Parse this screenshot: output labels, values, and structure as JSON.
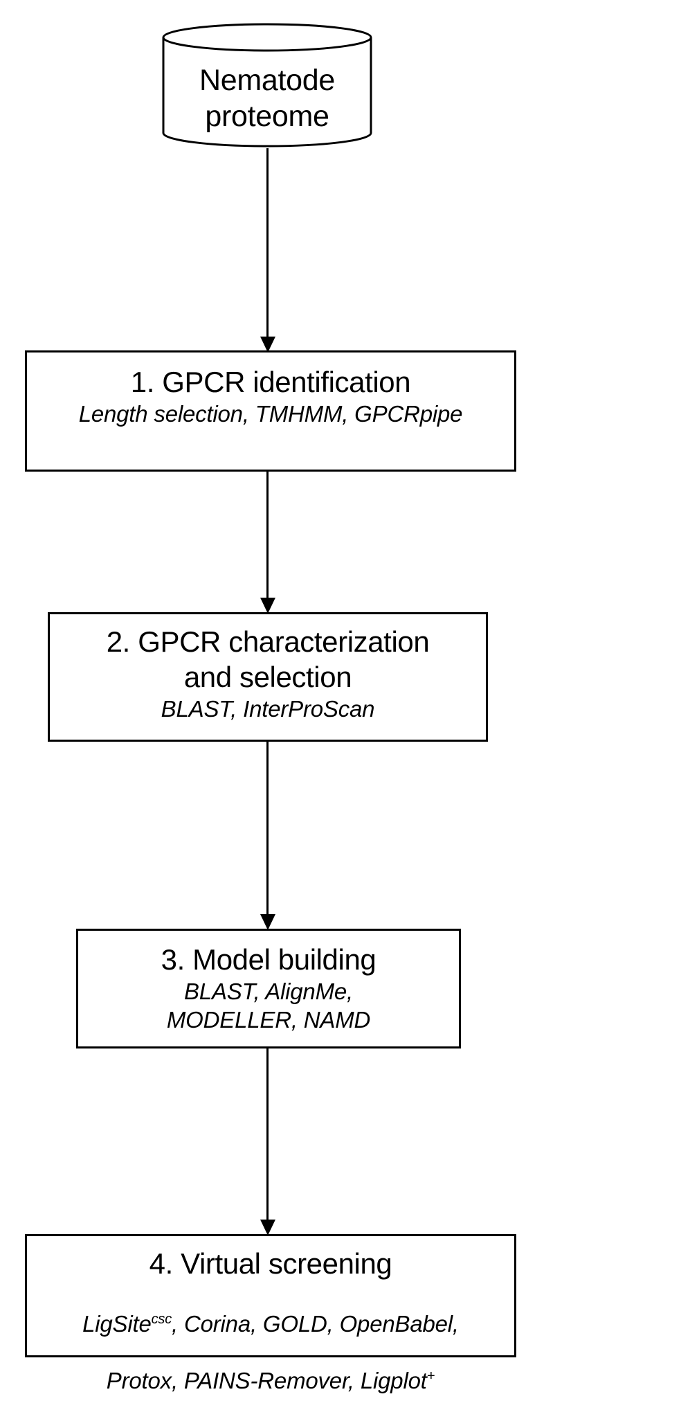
{
  "diagram": {
    "type": "flowchart",
    "orientation": "top-to-bottom",
    "source": {
      "shape": "cylinder",
      "label": "Nematode\nproteome"
    },
    "steps": [
      {
        "id": "step-1",
        "title": "1. GPCR identification",
        "tools": "Length selection,  TMHMM,  GPCRpipe"
      },
      {
        "id": "step-2",
        "title": "2. GPCR characterization\nand selection",
        "tools": "BLAST,  InterProScan"
      },
      {
        "id": "step-3",
        "title": "3. Model building",
        "tools": "BLAST, AlignMe,\nMODELLER, NAMD"
      },
      {
        "id": "step-4",
        "title": "4. Virtual screening",
        "tools_line_1_prefix": "LigSite",
        "tools_line_1_sup": "csc",
        "tools_line_1_suffix": ", Corina, GOLD, OpenBabel,",
        "tools_line_2_prefix": "Protox, PAINS-Remover, Ligplot",
        "tools_line_2_sup": "+"
      }
    ],
    "connectors": [
      {
        "id": "arrow-1",
        "from": "source",
        "to": "step-1",
        "style": "solid-arrow"
      },
      {
        "id": "arrow-2",
        "from": "step-1",
        "to": "step-2",
        "style": "solid-arrow"
      },
      {
        "id": "arrow-3",
        "from": "step-2",
        "to": "step-3",
        "style": "solid-arrow"
      },
      {
        "id": "arrow-4",
        "from": "step-3",
        "to": "step-4",
        "style": "solid-arrow"
      }
    ],
    "colors": {
      "stroke": "#000000",
      "fill": "#ffffff",
      "text": "#000000"
    }
  }
}
